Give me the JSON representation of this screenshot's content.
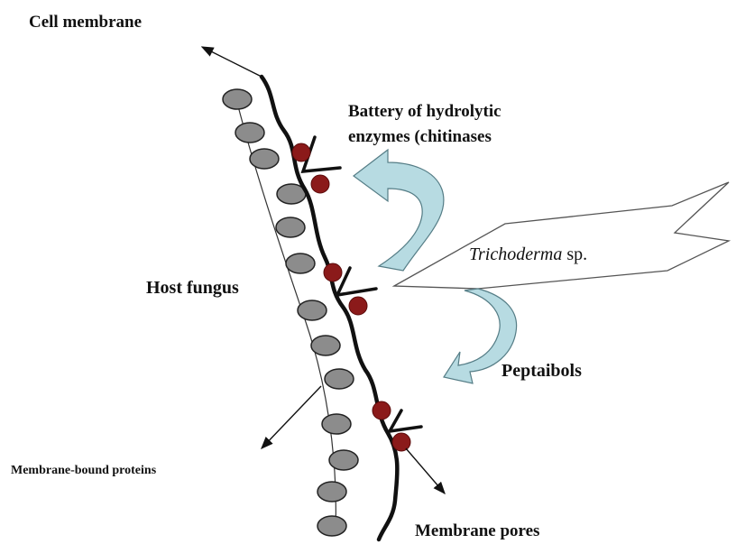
{
  "labels": {
    "cell_membrane": "Cell membrane",
    "battery_line1": "Battery of hydrolytic",
    "battery_line2": "enzymes (chitinases",
    "host_fungus": "Host fungus",
    "trichoderma_genus": "Trichoderma",
    "trichoderma_sp": " sp.",
    "peptaibols": "Peptaibols",
    "membrane_bound_proteins": "Membrane-bound proteins",
    "membrane_pores": "Membrane pores"
  },
  "colors": {
    "protein_fill": "#8c8c8c",
    "enzyme_fill": "#8b1a1a",
    "curved_arrow_fill": "#b7dbe2",
    "ink": "#111111"
  }
}
